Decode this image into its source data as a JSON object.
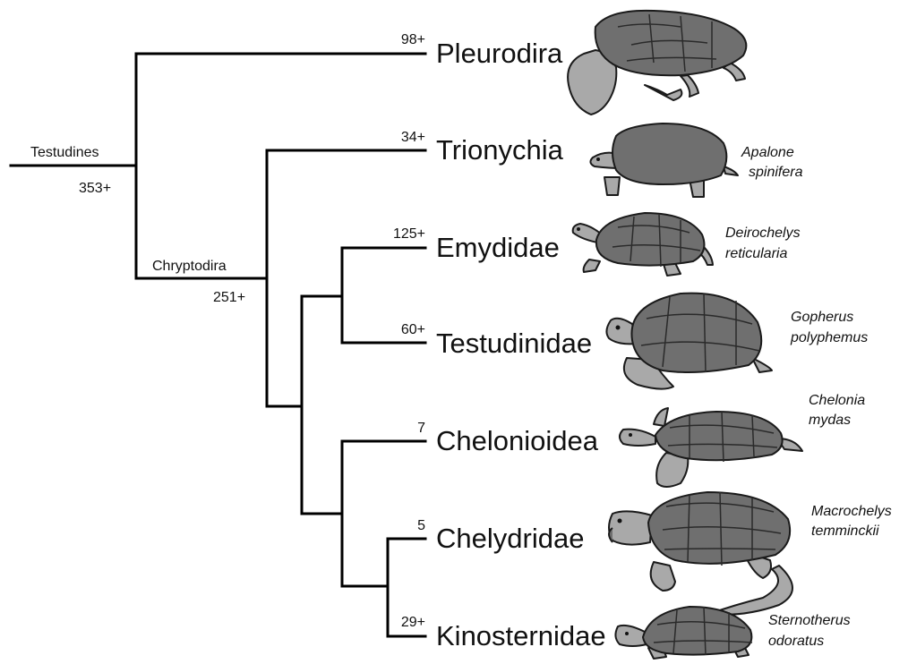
{
  "root": {
    "name": "Testudines",
    "count": "353+"
  },
  "node_chryptodira": {
    "name": "Chryptodira",
    "count": "251+"
  },
  "clades": [
    {
      "name": "Pleurodira",
      "count": "98+",
      "species": "",
      "species_line2": ""
    },
    {
      "name": "Trionychia",
      "count": "34+",
      "species": "Apalone",
      "species_line2": "spinifera"
    },
    {
      "name": "Emydidae",
      "count": "125+",
      "species": "Deirochelys",
      "species_line2": "reticularia"
    },
    {
      "name": "Testudinidae",
      "count": "60+",
      "species": "Gopherus",
      "species_line2": "polyphemus"
    },
    {
      "name": "Chelonioidea",
      "count": "7",
      "species": "Chelonia",
      "species_line2": "mydas"
    },
    {
      "name": "Chelydridae",
      "count": "5",
      "species": "Macrochelys",
      "species_line2": "temminckii"
    },
    {
      "name": "Kinosternidae",
      "count": "29+",
      "species": "Sternotherus",
      "species_line2": "odoratus"
    }
  ],
  "colors": {
    "line": "#000000",
    "shell": "#6f6f6f",
    "skin": "#a9a9a9",
    "outline": "#1a1a1a"
  }
}
